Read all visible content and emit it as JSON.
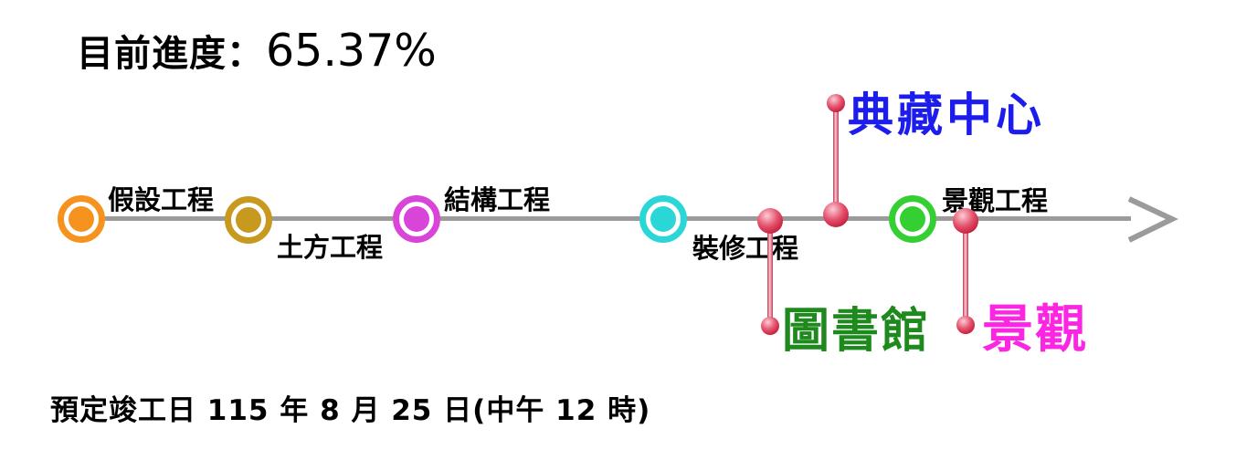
{
  "header": {
    "progress_label": "目前進度：",
    "progress_value": "65.37%"
  },
  "footer": {
    "completion_text": "預定竣工日 115 年 8 月 25 日(中午 12 時)"
  },
  "timeline": {
    "line_color": "#9B9B9B",
    "pin_color": "#C8203C",
    "milestones": [
      {
        "label": "假設工程",
        "color": "#F6921E",
        "label_position": "above"
      },
      {
        "label": "土方工程",
        "color": "#C8991F",
        "label_position": "below"
      },
      {
        "label": "結構工程",
        "color": "#D944D9",
        "label_position": "above"
      },
      {
        "label": "裝修工程",
        "color": "#2BD6D6",
        "label_position": "below"
      },
      {
        "label": "景觀工程",
        "color": "#33CF33",
        "label_position": "above"
      }
    ],
    "pins": [
      {
        "label": "典藏中心",
        "label_color": "#1C1CEC",
        "direction": "up"
      },
      {
        "label": "圖書館",
        "label_color": "#1E8A1E",
        "direction": "down"
      },
      {
        "label": "景觀",
        "label_color": "#FB25E2",
        "direction": "down"
      }
    ]
  }
}
